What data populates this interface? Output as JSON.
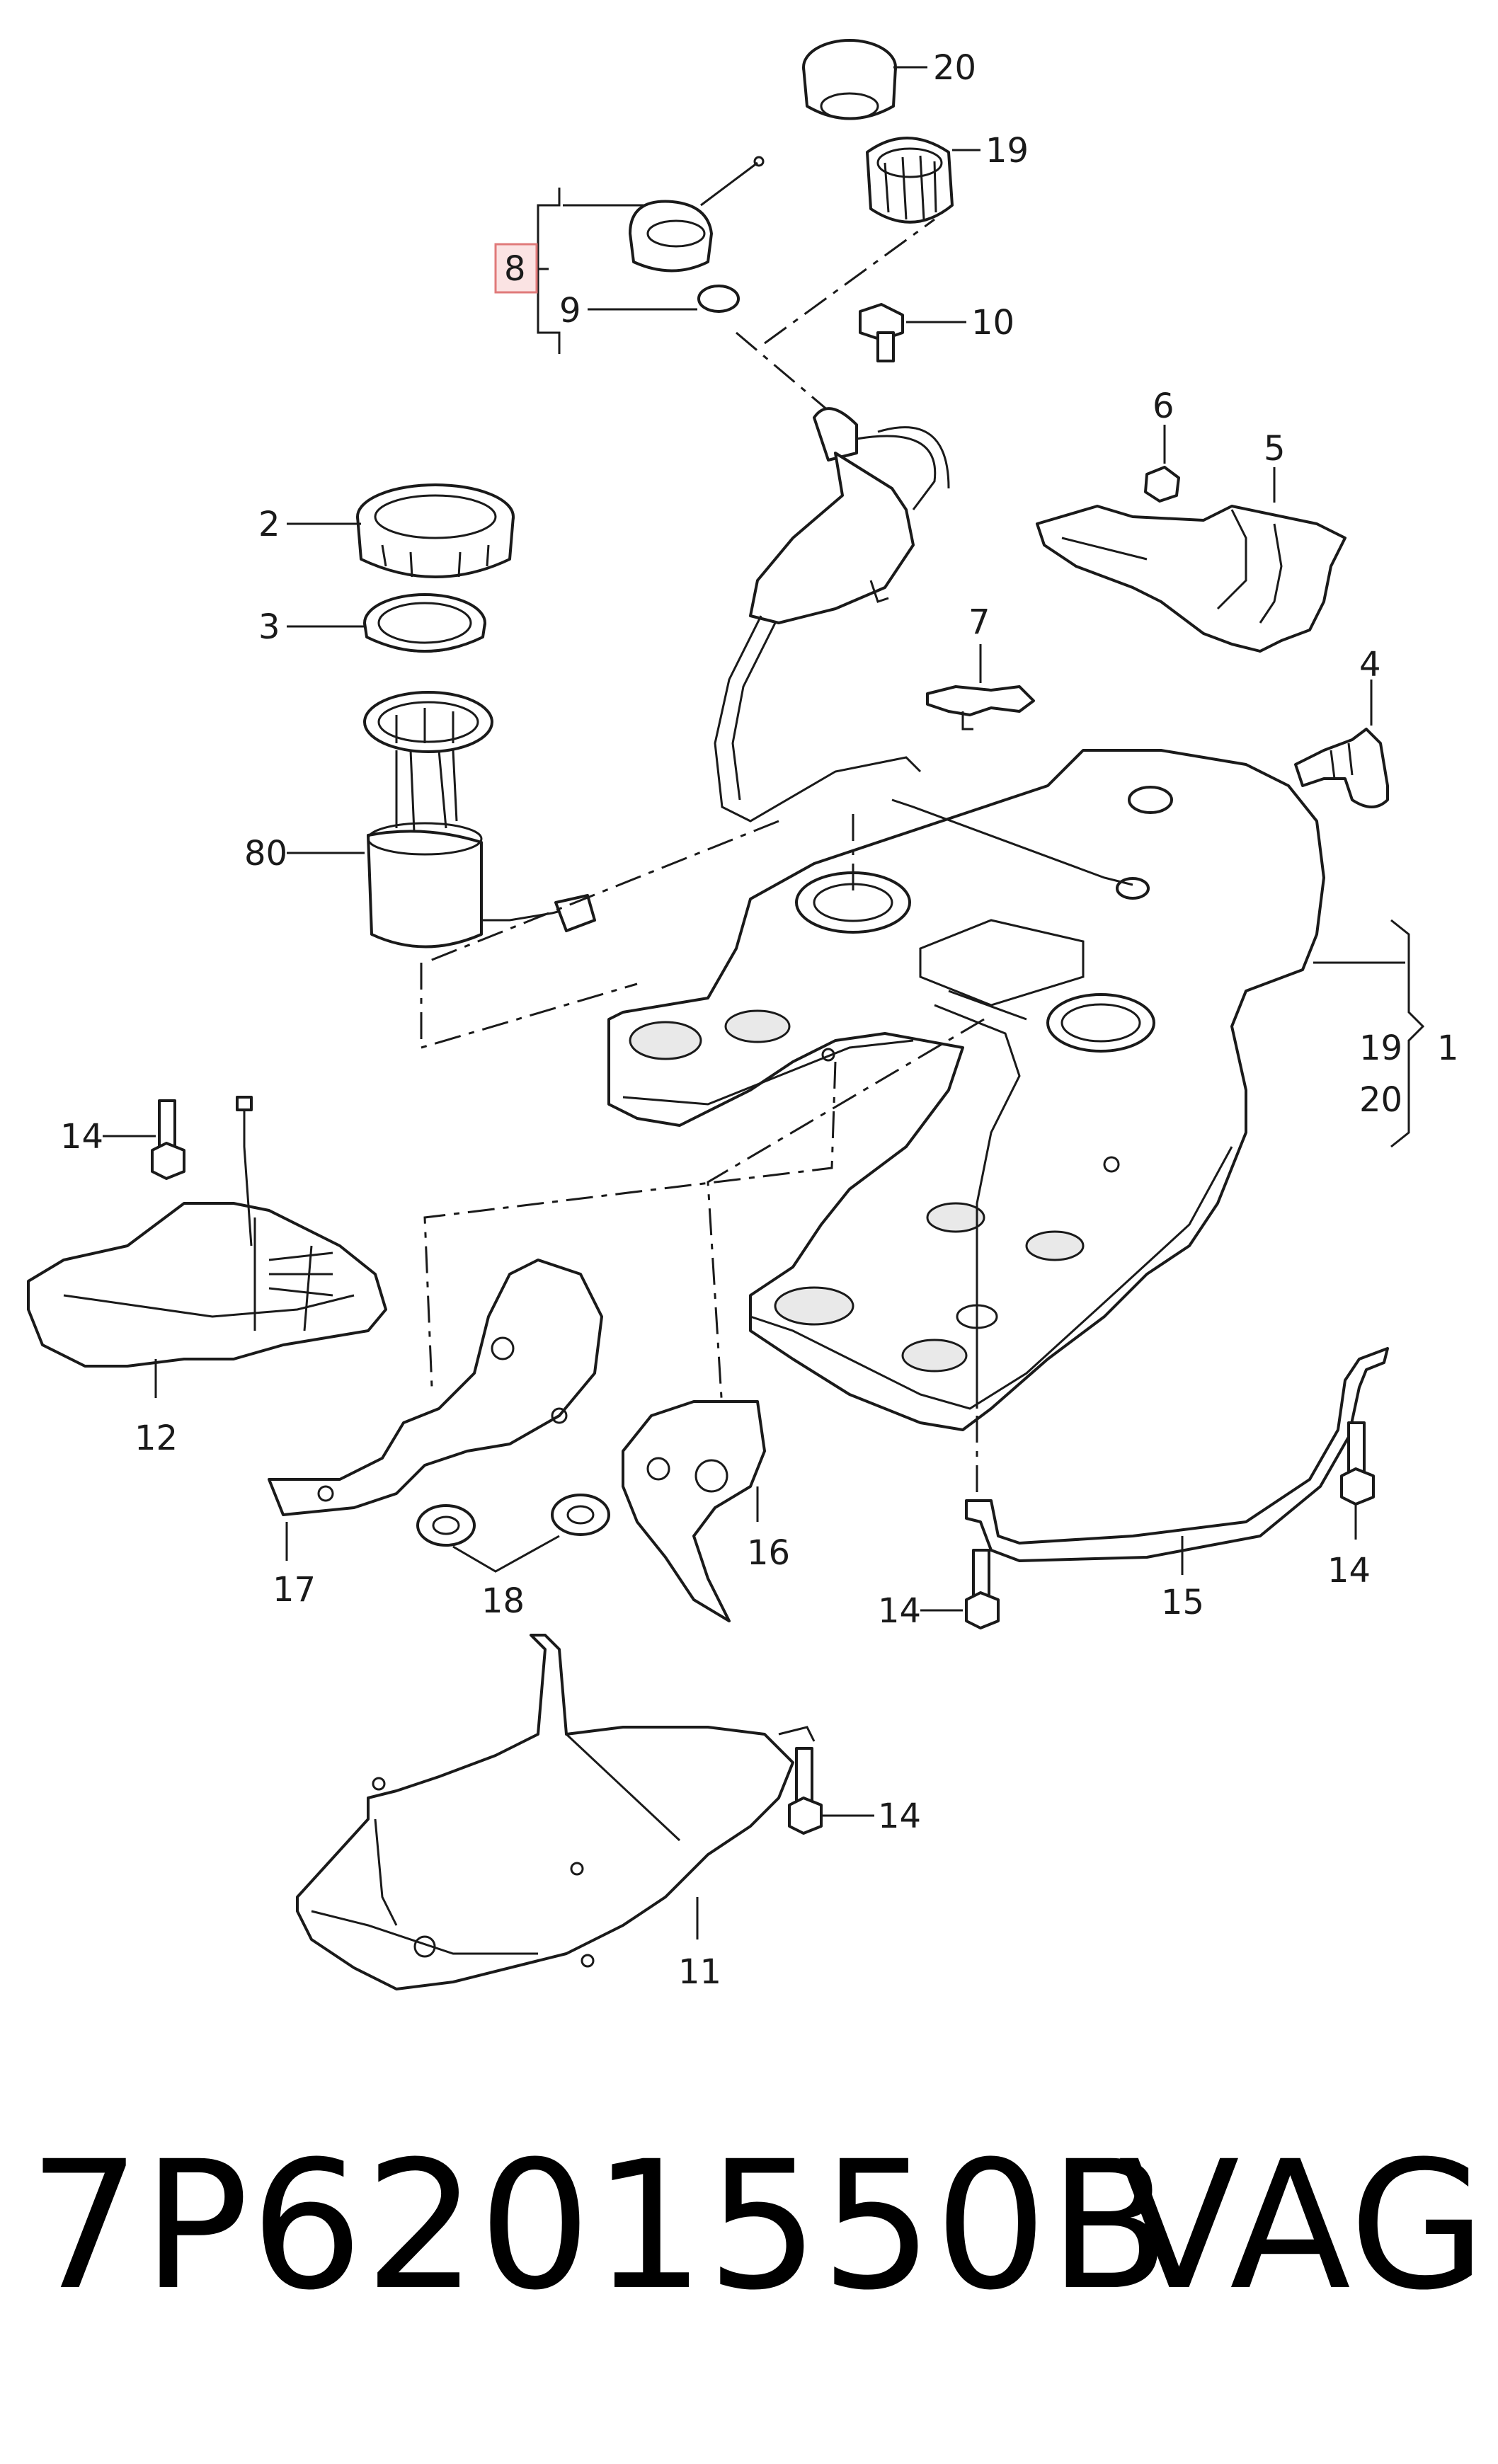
{
  "callouts": {
    "c20_top": "20",
    "c19_top": "19",
    "c8": "8",
    "c9": "9",
    "c10": "10",
    "c6": "6",
    "c5": "5",
    "c2": "2",
    "c3": "3",
    "c7": "7",
    "c4": "4",
    "c80": "80",
    "c19_side": "19",
    "c1": "1",
    "c20_side": "20",
    "c14_a": "14",
    "c12": "12",
    "c17": "17",
    "c18": "18",
    "c16": "16",
    "c14_b": "14",
    "c15": "15",
    "c14_c": "14",
    "c14_d": "14",
    "c11": "11"
  },
  "footer": {
    "part_number": "7P6201550B",
    "brand": "VAG"
  },
  "colors": {
    "highlight": "#e07a7a",
    "line": "#1a1a1a"
  }
}
